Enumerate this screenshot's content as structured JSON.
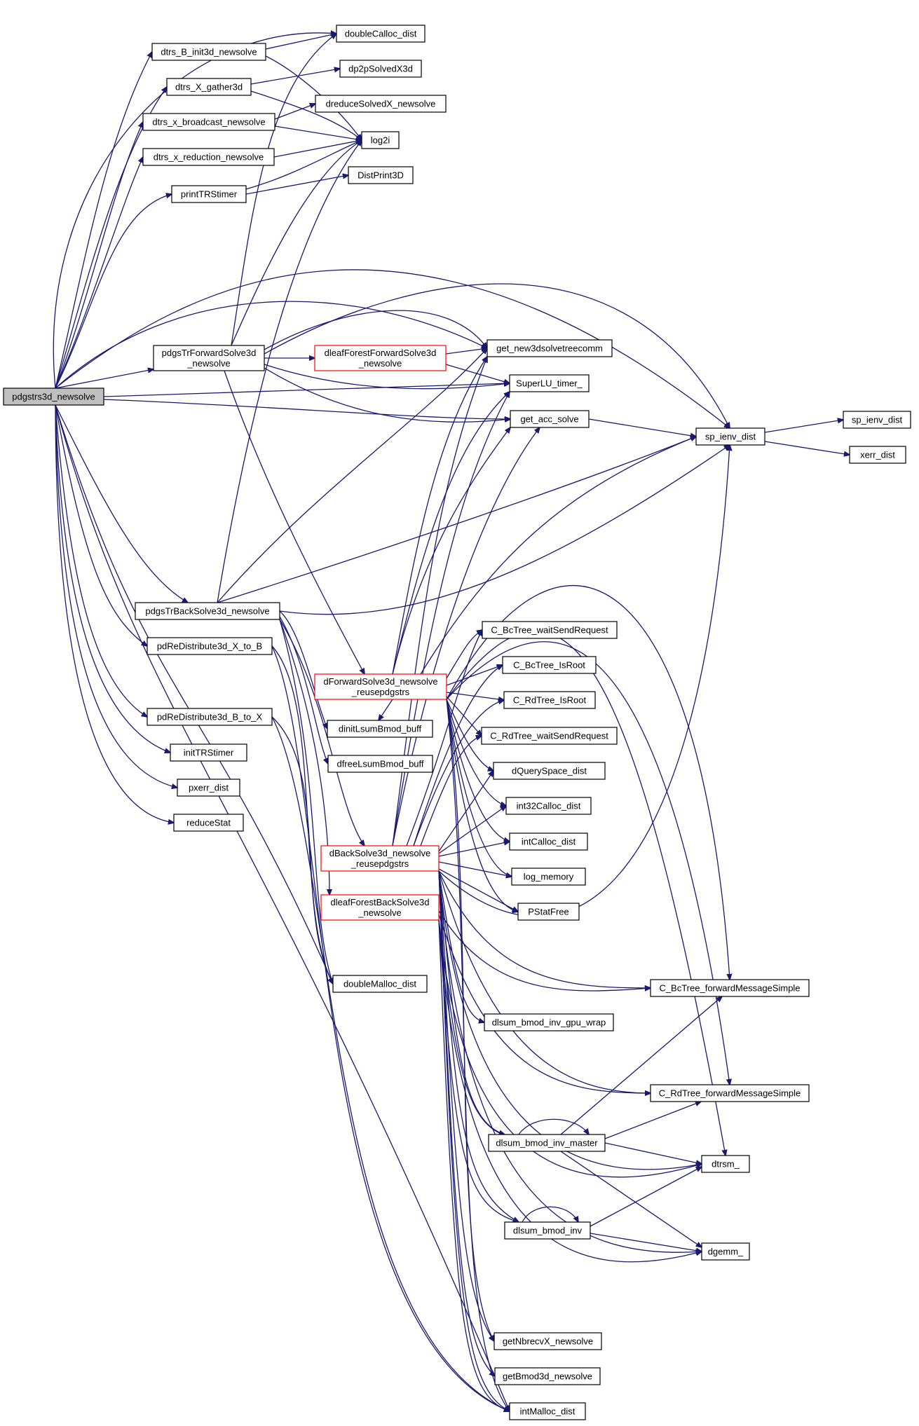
{
  "graph": {
    "edge_color": "#191970",
    "root_fill": "#bfbfbf",
    "highlight_border": "#ff0000",
    "nodes": [
      {
        "id": "root",
        "lines": [
          "pdgstrs3d_newsolve"
        ],
        "style": "root"
      },
      {
        "id": "dtrsB",
        "lines": [
          "dtrs_B_init3d_newsolve"
        ]
      },
      {
        "id": "dtrsX",
        "lines": [
          "dtrs_X_gather3d"
        ]
      },
      {
        "id": "dtrsXb",
        "lines": [
          "dtrs_x_broadcast_newsolve"
        ]
      },
      {
        "id": "dtrsXr",
        "lines": [
          "dtrs_x_reduction_newsolve"
        ]
      },
      {
        "id": "printTR",
        "lines": [
          "printTRStimer"
        ]
      },
      {
        "id": "dCalloc",
        "lines": [
          "doubleCalloc_dist"
        ]
      },
      {
        "id": "dp2p",
        "lines": [
          "dp2pSolvedX3d"
        ]
      },
      {
        "id": "dreduce",
        "lines": [
          "dreduceSolvedX_newsolve"
        ]
      },
      {
        "id": "log2i",
        "lines": [
          "log2i"
        ]
      },
      {
        "id": "distPrint",
        "lines": [
          "DistPrint3D"
        ]
      },
      {
        "id": "fwd3d",
        "lines": [
          "pdgsTrForwardSolve3d",
          "_newsolve"
        ]
      },
      {
        "id": "dleafFwd",
        "lines": [
          "dleafForestForwardSolve3d",
          "_newsolve"
        ],
        "style": "red"
      },
      {
        "id": "getComm",
        "lines": [
          "get_new3dsolvetreecomm"
        ]
      },
      {
        "id": "timer",
        "lines": [
          "SuperLU_timer_"
        ]
      },
      {
        "id": "getAcc",
        "lines": [
          "get_acc_solve"
        ]
      },
      {
        "id": "spIenv",
        "lines": [
          "sp_ienv_dist"
        ]
      },
      {
        "id": "spIenv2",
        "lines": [
          "sp_ienv_dist"
        ]
      },
      {
        "id": "xerr",
        "lines": [
          "xerr_dist"
        ]
      },
      {
        "id": "back3d",
        "lines": [
          "pdgsTrBackSolve3d_newsolve"
        ]
      },
      {
        "id": "reXB",
        "lines": [
          "pdReDistribute3d_X_to_B"
        ]
      },
      {
        "id": "reBX",
        "lines": [
          "pdReDistribute3d_B_to_X"
        ]
      },
      {
        "id": "initTR",
        "lines": [
          "initTRStimer"
        ]
      },
      {
        "id": "pxerr",
        "lines": [
          "pxerr_dist"
        ]
      },
      {
        "id": "reduceStat",
        "lines": [
          "reduceStat"
        ]
      },
      {
        "id": "dFwdReuse",
        "lines": [
          "dForwardSolve3d_newsolve",
          "_reusepdgstrs"
        ],
        "style": "red"
      },
      {
        "id": "dinitL",
        "lines": [
          "dinitLsumBmod_buff"
        ]
      },
      {
        "id": "dfreeL",
        "lines": [
          "dfreeLsumBmod_buff"
        ]
      },
      {
        "id": "bcWait",
        "lines": [
          "C_BcTree_waitSendRequest"
        ]
      },
      {
        "id": "bcRoot",
        "lines": [
          "C_BcTree_IsRoot"
        ]
      },
      {
        "id": "rdRoot",
        "lines": [
          "C_RdTree_IsRoot"
        ]
      },
      {
        "id": "rdWait",
        "lines": [
          "C_RdTree_waitSendRequest"
        ]
      },
      {
        "id": "dQuery",
        "lines": [
          "dQuerySpace_dist"
        ]
      },
      {
        "id": "i32Calloc",
        "lines": [
          "int32Calloc_dist"
        ]
      },
      {
        "id": "intCalloc",
        "lines": [
          "intCalloc_dist"
        ]
      },
      {
        "id": "logMem",
        "lines": [
          "log_memory"
        ]
      },
      {
        "id": "pstat",
        "lines": [
          "PStatFree"
        ]
      },
      {
        "id": "dBackReuse",
        "lines": [
          "dBackSolve3d_newsolve",
          "_reusepdgstrs"
        ],
        "style": "red"
      },
      {
        "id": "dleafBack",
        "lines": [
          "dleafForestBackSolve3d",
          "_newsolve"
        ],
        "style": "red"
      },
      {
        "id": "dMalloc",
        "lines": [
          "doubleMalloc_dist"
        ]
      },
      {
        "id": "bcFwdMsg",
        "lines": [
          "C_BcTree_forwardMessageSimple"
        ]
      },
      {
        "id": "dlsumGpu",
        "lines": [
          "dlsum_bmod_inv_gpu_wrap"
        ]
      },
      {
        "id": "rdFwdMsg",
        "lines": [
          "C_RdTree_forwardMessageSimple"
        ]
      },
      {
        "id": "dlsumMaster",
        "lines": [
          "dlsum_bmod_inv_master"
        ]
      },
      {
        "id": "dtrsm",
        "lines": [
          "dtrsm_"
        ]
      },
      {
        "id": "dlsumInv",
        "lines": [
          "dlsum_bmod_inv"
        ]
      },
      {
        "id": "dgemm",
        "lines": [
          "dgemm_"
        ]
      },
      {
        "id": "getNbrecv",
        "lines": [
          "getNbrecvX_newsolve"
        ]
      },
      {
        "id": "getBmod",
        "lines": [
          "getBmod3d_newsolve"
        ]
      },
      {
        "id": "intMalloc",
        "lines": [
          "intMalloc_dist"
        ]
      }
    ]
  }
}
